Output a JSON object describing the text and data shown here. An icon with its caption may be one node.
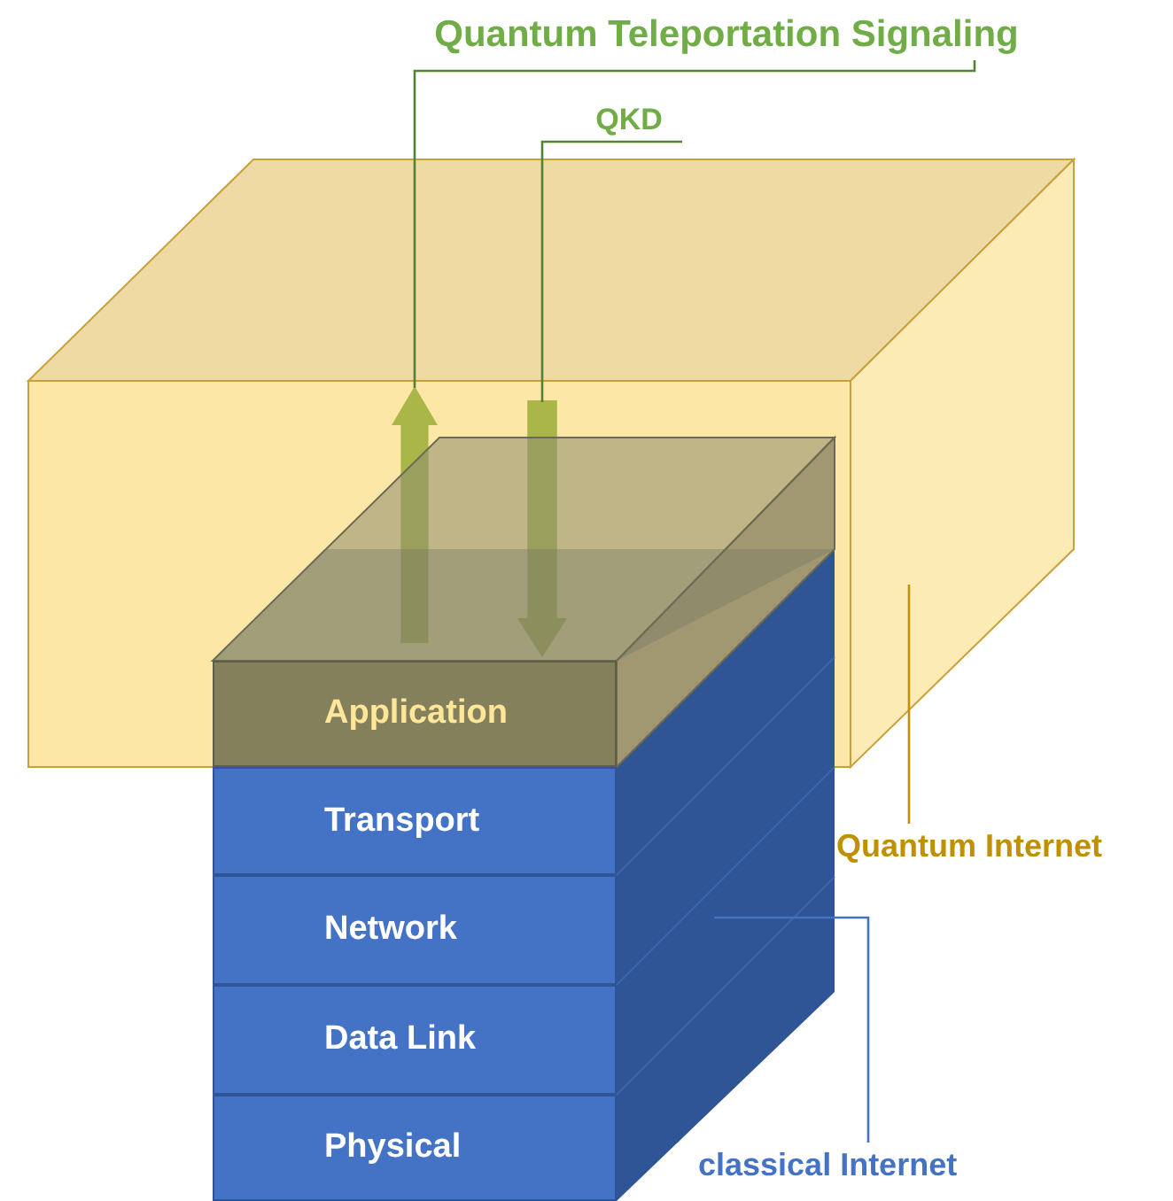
{
  "diagram": {
    "nodes": [
      {
        "text": [
          "Quantum Teleportation Signaling"
        ]
      },
      {
        "text": [
          "QKD"
        ]
      },
      {
        "text": [],
        "shape": "box"
      },
      {
        "text": [],
        "shape": "arrow",
        "in": 2
      },
      {
        "text": [],
        "shape": "arrow",
        "in": 2
      },
      {
        "text": [
          "Quantum Internet"
        ]
      },
      {
        "text": [],
        "shape": "box"
      },
      {
        "text": [
          "Application"
        ]
      },
      {
        "text": [
          "Transport"
        ],
        "in": 6
      },
      {
        "text": [
          "Network"
        ],
        "in": 6
      },
      {
        "text": [
          "Data Link"
        ],
        "in": 6
      },
      {
        "text": [
          "Physical"
        ],
        "in": 6
      },
      {
        "text": [
          "classical Internet"
        ]
      }
    ],
    "edges": [
      {
        "from": 0,
        "to": 3,
        "arrow": "none"
      },
      {
        "from": 1,
        "to": 4,
        "arrow": "none"
      },
      {
        "from": 5,
        "to": 2,
        "arrow": "none",
        "color": "#bf9000"
      },
      {
        "from": 12,
        "to": 6,
        "arrow": "none",
        "color": "#4472c4"
      }
    ]
  }
}
